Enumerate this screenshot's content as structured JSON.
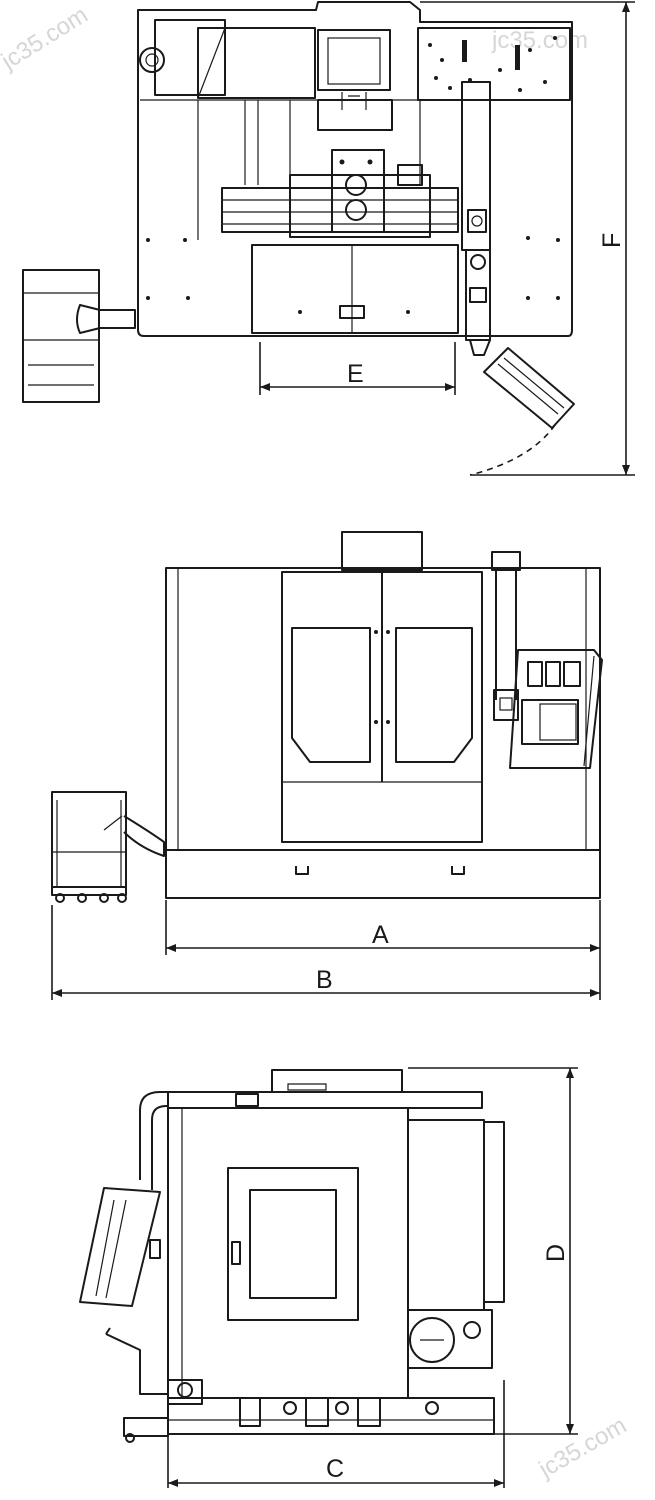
{
  "watermarks": [
    "jc35.com",
    "jc35.com",
    "jc35.com"
  ],
  "dimensions": {
    "a": "A",
    "b": "B",
    "c": "C",
    "d": "D",
    "e": "E",
    "f": "F"
  }
}
